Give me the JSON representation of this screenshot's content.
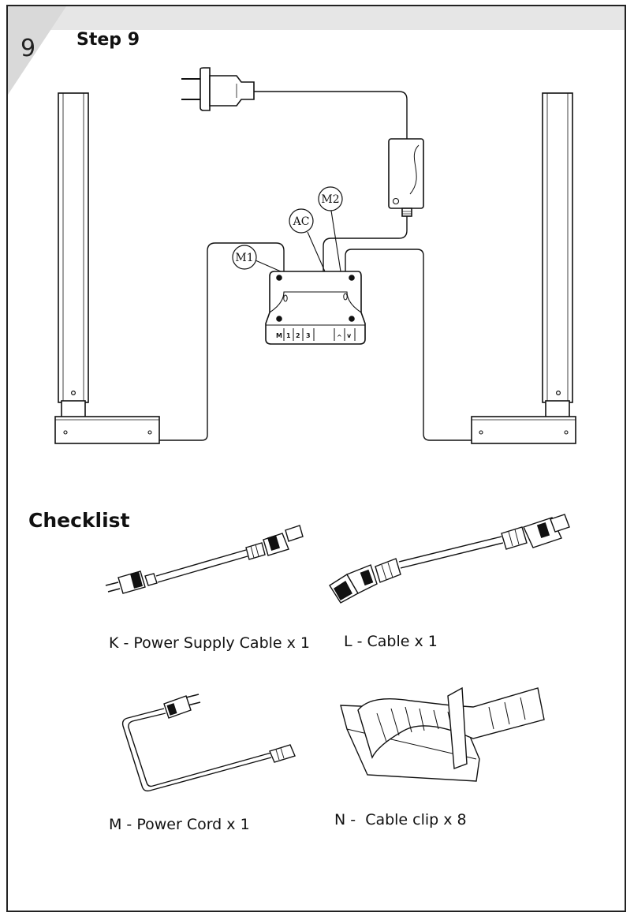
{
  "page": {
    "step_number": "9",
    "step_title": "Step 9"
  },
  "diagram": {
    "callouts": {
      "m1": "M1",
      "ac": "AC",
      "m2": "M2"
    },
    "control_box_buttons": [
      "M",
      "1",
      "2",
      "3",
      "^",
      "v"
    ]
  },
  "checklist": {
    "title": "Checklist",
    "items": [
      {
        "id": "K",
        "label": "K - Power Supply Cable x 1"
      },
      {
        "id": "L",
        "label": "L - Cable x 1"
      },
      {
        "id": "M",
        "label": "M - Power Cord x 1"
      },
      {
        "id": "N",
        "label": "N -  Cable clip x 8"
      }
    ]
  }
}
